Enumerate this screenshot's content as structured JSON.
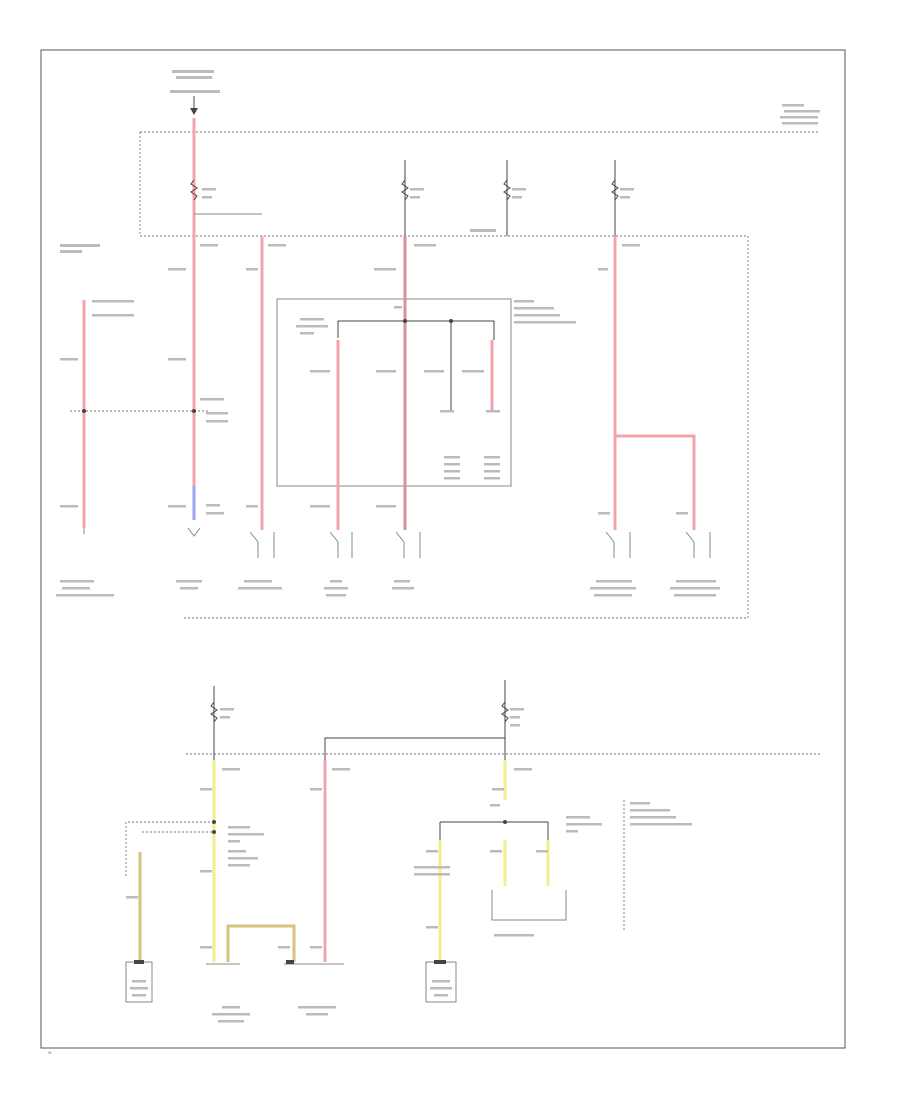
{
  "diagram": {
    "footer_id": "W",
    "colors": {
      "wire_red": "#f4a3ae",
      "wire_pink_dark": "#d9909a",
      "wire_blue": "#9aa3f2",
      "wire_yellow": "#f2ee8a",
      "wire_tan": "#d6c27a",
      "line": "#444444"
    },
    "wires": [
      {
        "id": "main-feed",
        "color": "wire_red"
      },
      {
        "id": "fuse-feed-2",
        "color": "wire_red"
      },
      {
        "id": "fuse-feed-3",
        "color": "wire_pink_dark"
      },
      {
        "id": "fuse-feed-4",
        "color": "wire_red"
      },
      {
        "id": "ground-blue",
        "color": "wire_blue"
      },
      {
        "id": "ac-module-feed",
        "color": "wire_red"
      },
      {
        "id": "junction-wire-a",
        "color": "wire_red"
      },
      {
        "id": "junction-wire-b",
        "color": "wire_pink_dark"
      },
      {
        "id": "junction-wire-c",
        "color": "wire_red"
      },
      {
        "id": "headlamp-branch",
        "color": "wire_red"
      },
      {
        "id": "lower-left-yellow",
        "color": "wire_yellow"
      },
      {
        "id": "lower-left-tan",
        "color": "wire_tan"
      },
      {
        "id": "lower-mid-red",
        "color": "wire_red"
      },
      {
        "id": "lower-right-yellow",
        "color": "wire_yellow"
      }
    ]
  }
}
